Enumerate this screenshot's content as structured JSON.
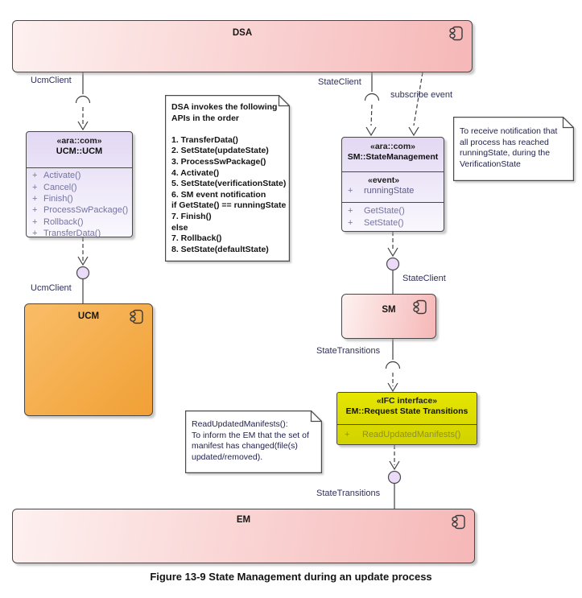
{
  "diagram": {
    "caption": "Figure 13-9 State Management during an update process",
    "visibility_prefix": "+",
    "colors": {
      "component_pink": "#f6b7b7",
      "component_orange": "#f1a035",
      "interface_yellow": "#e0e000",
      "class_lavender": "#e2d8f3",
      "method_text": "#7474a1",
      "edge_label_text": "#2e2e5c"
    },
    "components": {
      "dsa": {
        "title": "DSA"
      },
      "ucm": {
        "title": "UCM"
      },
      "sm": {
        "title": "SM"
      },
      "em": {
        "title": "EM"
      }
    },
    "classes": {
      "ucm_ucm": {
        "stereotype": "«ara::com»",
        "name": "UCM::UCM",
        "methods": [
          "Activate()",
          "Cancel()",
          "Finish()",
          "ProcessSwPackage()",
          "Rollback()",
          "TransferData()"
        ]
      },
      "sm_statemanagement": {
        "stereotype": "«ara::com»",
        "name": "SM::StateManagement",
        "event_stereotype": "«event»",
        "event_name": "runningState",
        "methods": [
          "GetState()",
          "SetState()"
        ]
      },
      "em_request_state_transitions": {
        "stereotype": "«IFC interface»",
        "name": "EM::Request State Transitions",
        "methods": [
          "ReadUpdatedManifests()"
        ]
      }
    },
    "notes": {
      "dsa_invocation_order": {
        "lines": [
          "DSA invokes the following",
          "APIs in the order",
          "",
          "1. TransferData()",
          "2. SetState(updateState)",
          "3. ProcessSwPackage()",
          "4. Activate()",
          "5. SetState(verificationState)",
          "6. SM event notification",
          "if GetState() == runningState",
          "7. Finish()",
          "else",
          "7. Rollback()",
          "8. SetState(defaultState)"
        ]
      },
      "running_state_note": {
        "lines": [
          "To receive notification that",
          "all process has reached",
          "runningState, during the",
          "VerificationState"
        ]
      },
      "read_updated_manifests_note": {
        "lines": [
          "ReadUpdatedManifests():",
          "To inform the EM that the set of",
          "manifest has changed(file(s)",
          "updated/removed)."
        ]
      }
    },
    "edge_labels": {
      "ucm_client_port": "UcmClient",
      "state_client_port": "StateClient",
      "subscribe_event": "subscribe event",
      "ucm_client_interface": "UcmClient",
      "state_client_interface": "StateClient",
      "state_transitions_port": "StateTransitions",
      "state_transitions_interface": "StateTransitions"
    }
  }
}
